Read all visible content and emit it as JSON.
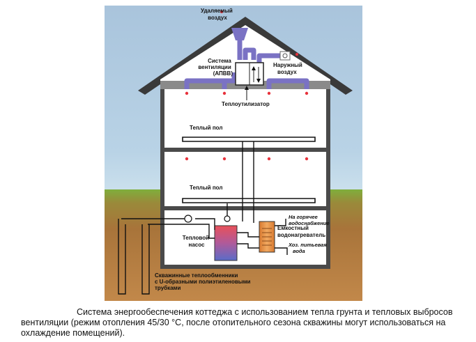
{
  "labels": {
    "exhaust_air": [
      "Удаляемый",
      "воздух"
    ],
    "outdoor_air": [
      "Наружный",
      "воздух"
    ],
    "ventilation_system": [
      "Система",
      "вентиляции",
      "(АПВВ)"
    ],
    "heat_recovery": "Теплоутилизатор",
    "floor_heating_upper": "Теплый пол",
    "floor_heating_lower": "Теплый пол",
    "heat_pump": [
      "Тепловой",
      "насос"
    ],
    "storage_heater": [
      "Емкостный",
      "водонагреватель"
    ],
    "hot_water_supply": [
      "На горячее",
      "водоснабжение"
    ],
    "drinking_water": [
      "Хоз. питьевая",
      "вода"
    ],
    "borehole_exchangers": [
      "Скважинные теплообменники",
      "с U-образными полиэтиленовыми",
      "трубками"
    ]
  },
  "caption": "Система энергообеспечения коттеджа с использованием тепла грунта и тепловых выбросов вентиляции (режим отопления 45/30 °С, после отопительного сезона скважины могут использоваться на охлаждение помещений).",
  "colors": {
    "sky": "#a9c4dc",
    "grass": "#7fae3c",
    "soil": "#a8743a",
    "roof": "#3a3a3a",
    "duct": "#7a72c4",
    "pipe": "#111111",
    "diffuser_red": "#e8323c",
    "tank": "#e08a3c",
    "pump_top": "#e8505a",
    "pump_bottom": "#5a6cc8"
  }
}
